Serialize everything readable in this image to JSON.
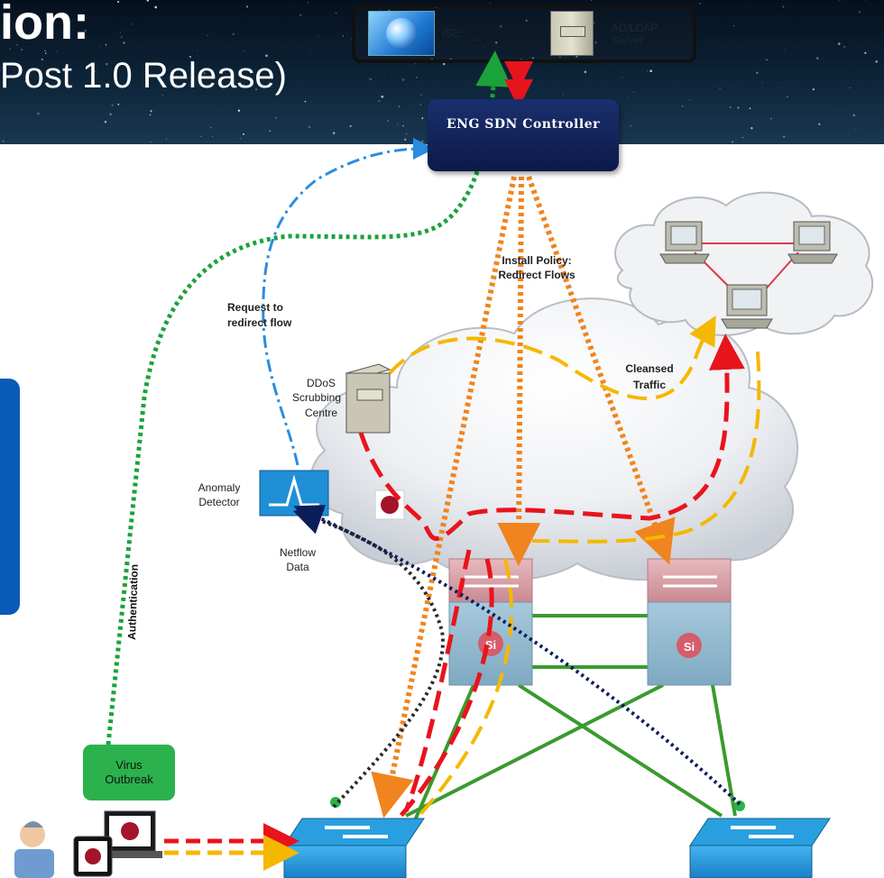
{
  "header": {
    "title": "ion:",
    "subtitle": "Post 1.0 Release)"
  },
  "auth_servers": {
    "ise_label": "ISE",
    "ldap_label_line1": "AD/LDAP",
    "ldap_label_line2": "Server"
  },
  "controller": {
    "label": "ENG SDN Controller"
  },
  "labels": {
    "install_policy_line1": "Install Policy:",
    "install_policy_line2": "Redirect Flows",
    "request_line1": "Request to",
    "request_line2": "redirect flow",
    "ddos_line1": "DDoS",
    "ddos_line2": "Scrubbing",
    "ddos_line3": "Centre",
    "cleansed_line1": "Cleansed",
    "cleansed_line2": "Traffic",
    "anomaly_line1": "Anomaly",
    "anomaly_line2": "Detector",
    "netflow_line1": "Netflow",
    "netflow_line2": "Data",
    "authentication": "Authentication",
    "virus_line1": "Virus",
    "virus_line2": "Outbreak",
    "si_left": "Si",
    "si_right": "Si"
  },
  "colors": {
    "red": "#e8141c",
    "orange": "#f0841e",
    "yellow": "#f5b800",
    "green": "#1aa33a",
    "blue": "#2a8de0",
    "navy": "#0c1e5a",
    "link_green": "#3a9a2e",
    "controller": "#0c1a4a",
    "panel": "#0a5ab8"
  }
}
